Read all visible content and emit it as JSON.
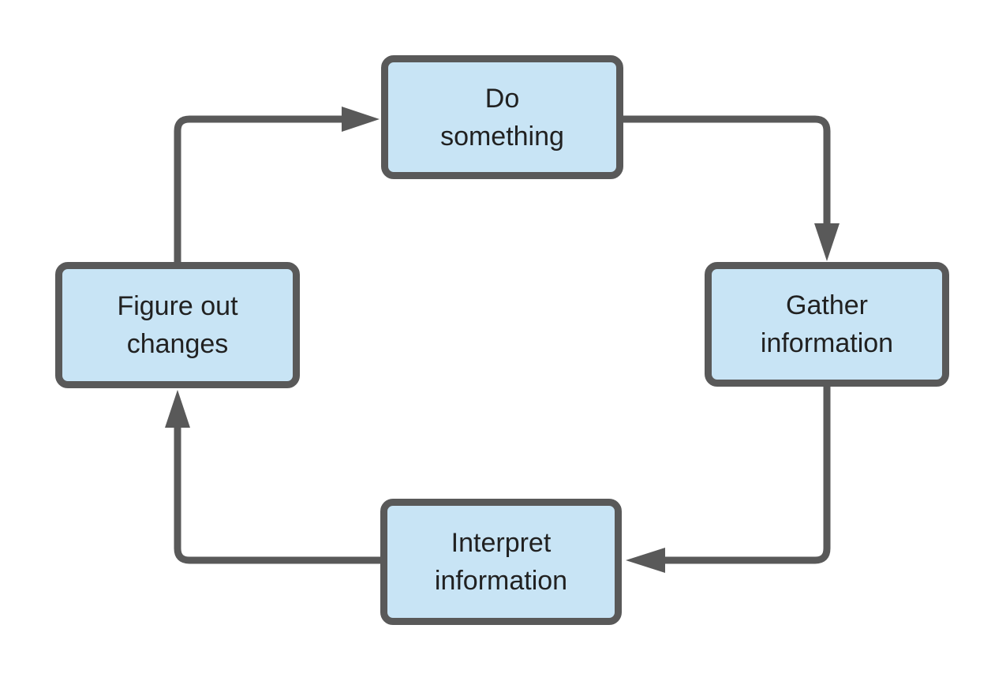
{
  "diagram": {
    "type": "cyclic-flowchart",
    "background_color": "#ffffff",
    "node_fill_color": "#c8e4f5",
    "node_border_color": "#595959",
    "connector_color": "#595959",
    "text_color": "#212121",
    "nodes": [
      {
        "id": "do-something",
        "label": "Do\nsomething"
      },
      {
        "id": "gather-information",
        "label": "Gather\ninformation"
      },
      {
        "id": "interpret-information",
        "label": "Interpret\ninformation"
      },
      {
        "id": "figure-out-changes",
        "label": "Figure out\nchanges"
      }
    ],
    "edges": [
      {
        "from": "figure-out-changes",
        "to": "do-something"
      },
      {
        "from": "do-something",
        "to": "gather-information"
      },
      {
        "from": "gather-information",
        "to": "interpret-information"
      },
      {
        "from": "interpret-information",
        "to": "figure-out-changes"
      }
    ]
  }
}
